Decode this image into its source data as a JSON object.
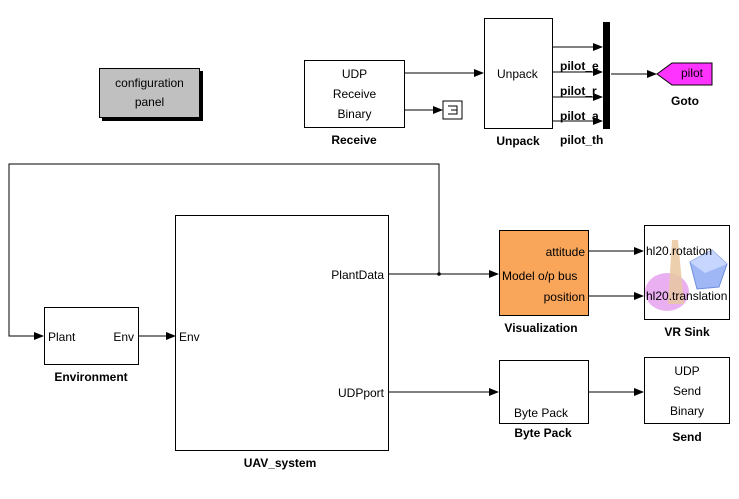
{
  "config_panel": {
    "line1": "configuration",
    "line2": "panel"
  },
  "receive": {
    "line1": "UDP",
    "line2": "Receive",
    "line3": "Binary",
    "label": "Receive"
  },
  "unpack": {
    "text": "Unpack",
    "label": "Unpack"
  },
  "mux_signals": [
    "pilot_e",
    "pilot_r",
    "pilot_a",
    "pilot_th"
  ],
  "goto": {
    "tag": "pilot",
    "label": "Goto"
  },
  "environment": {
    "in_port": "Plant",
    "out_port": "Env",
    "label": "Environment"
  },
  "uav_system": {
    "in_port": "Env",
    "out_port1": "PlantData",
    "out_port2": "UDPport",
    "label": "UAV_system"
  },
  "visualization": {
    "in_port": "Model o/p  bus",
    "out_port1": "attitude",
    "out_port2": "position",
    "label": "Visualization",
    "fill": "#f9a65a"
  },
  "vr_sink": {
    "in_port1": "hl20.rotation",
    "in_port2": "hl20.translation",
    "label": "VR Sink"
  },
  "byte_pack": {
    "text": "Byte Pack",
    "label": "Byte Pack"
  },
  "send": {
    "line1": "UDP",
    "line2": "Send",
    "line3": "Binary",
    "label": "Send"
  },
  "colors": {
    "goto_fill": "#ff33ff",
    "config_fill": "#c0c0c0"
  }
}
